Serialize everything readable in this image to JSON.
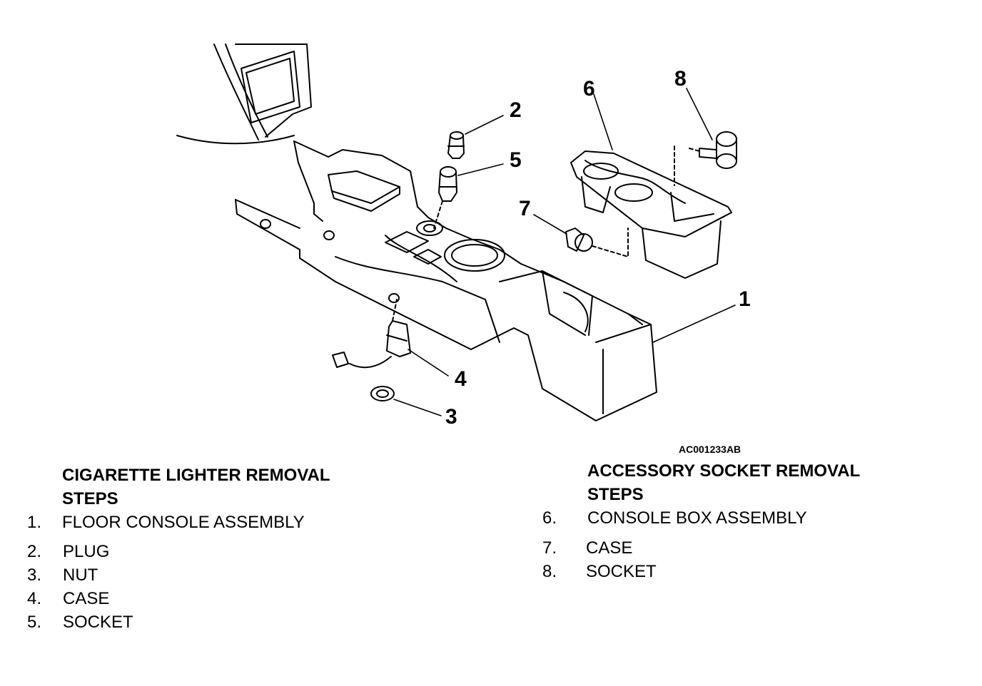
{
  "callouts": {
    "c1": "1",
    "c2": "2",
    "c3": "3",
    "c4": "4",
    "c5": "5",
    "c6": "6",
    "c7": "7",
    "c8": "8"
  },
  "reference_code": "AC001233AB",
  "cigarette_lighter": {
    "heading_line1": "CIGARETTE LIGHTER REMOVAL",
    "heading_line2": "STEPS",
    "steps": [
      {
        "num": "1.",
        "label": "FLOOR CONSOLE ASSEMBLY"
      },
      {
        "num": "2.",
        "label": "PLUG"
      },
      {
        "num": "3.",
        "label": "NUT"
      },
      {
        "num": "4.",
        "label": "CASE"
      },
      {
        "num": "5.",
        "label": "SOCKET"
      }
    ]
  },
  "accessory_socket": {
    "heading_line1": "ACCESSORY SOCKET REMOVAL",
    "heading_line2": "STEPS",
    "steps": [
      {
        "num": "6.",
        "label": "CONSOLE BOX ASSEMBLY"
      },
      {
        "num": "7.",
        "label": "CASE"
      },
      {
        "num": "8.",
        "label": "SOCKET"
      }
    ]
  }
}
